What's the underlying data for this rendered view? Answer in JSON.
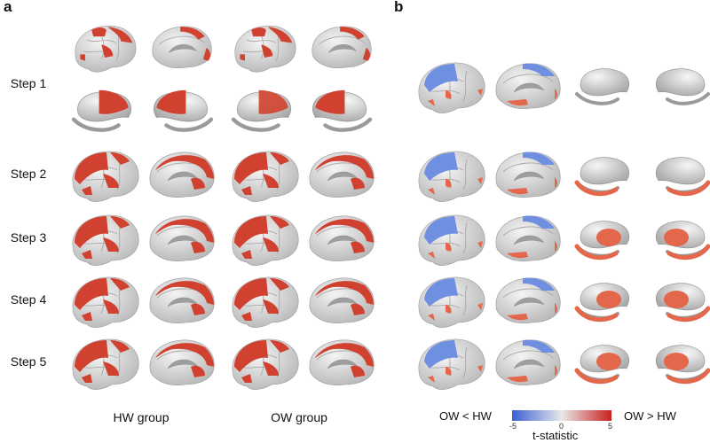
{
  "panels": {
    "a": "a",
    "b": "b"
  },
  "steps": [
    "Step 1",
    "Step 2",
    "Step 3",
    "Step 4",
    "Step 5"
  ],
  "groups": [
    "HW group",
    "OW group"
  ],
  "colorbar": {
    "left_label": "OW < HW",
    "right_label": "OW > HW",
    "title": "t-statistic",
    "ticks": [
      "-5",
      "0",
      "5"
    ],
    "min": -5,
    "max": 5,
    "colors": {
      "negative": "#3b5fd6",
      "neutral": "#e8e8e8",
      "positive": "#c8201e"
    }
  },
  "colors": {
    "cortex": "#d8d8d8",
    "highlight": "#d0412f",
    "positive_t": "#e3674a",
    "negative_t": "#6f8fe0"
  }
}
